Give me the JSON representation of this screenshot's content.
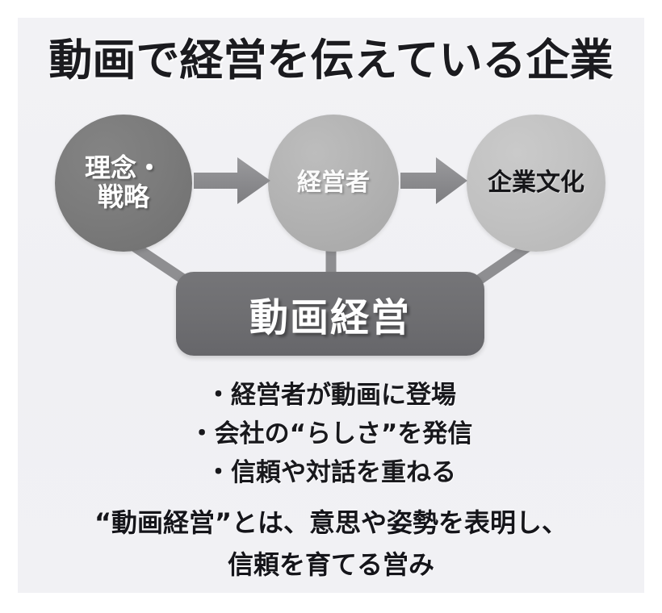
{
  "slide": {
    "title": "動画で経営を伝えている企業",
    "background_color": "#f1f1f4",
    "frame_color": "#ffffff"
  },
  "flow": {
    "nodes": [
      {
        "id": "strategy",
        "lines": [
          "理念・",
          "戦略"
        ],
        "shape": "circle",
        "fill_color": "#7b7b7b",
        "text_color": "#ffffff"
      },
      {
        "id": "manager",
        "lines": [
          "経営者"
        ],
        "shape": "circle",
        "fill_color": "#b2b2b2",
        "text_color": "#fbfbfb"
      },
      {
        "id": "culture",
        "lines": [
          "企業文化"
        ],
        "shape": "circle",
        "fill_color": "#c1c1c1",
        "text_color": "#151518"
      }
    ],
    "arrows": [
      {
        "id": "arrow-strategy-to-manager",
        "direction": "right",
        "color": "#8a8a8d"
      },
      {
        "id": "arrow-manager-to-culture",
        "direction": "right",
        "color": "#8a8a8d"
      }
    ],
    "connector_color": "#8e8e91",
    "center_box": {
      "label": "動画経営",
      "fill_color": "#6e6e71",
      "text_color": "#ffffff"
    }
  },
  "bullets": [
    "・経営者が動画に登場",
    "・会社の“らしさ”を発信",
    "・信頼や対話を重ねる"
  ],
  "summary": [
    "“動画経営”とは、意思や姿勢を表明し、",
    "信頼を育てる営み"
  ]
}
